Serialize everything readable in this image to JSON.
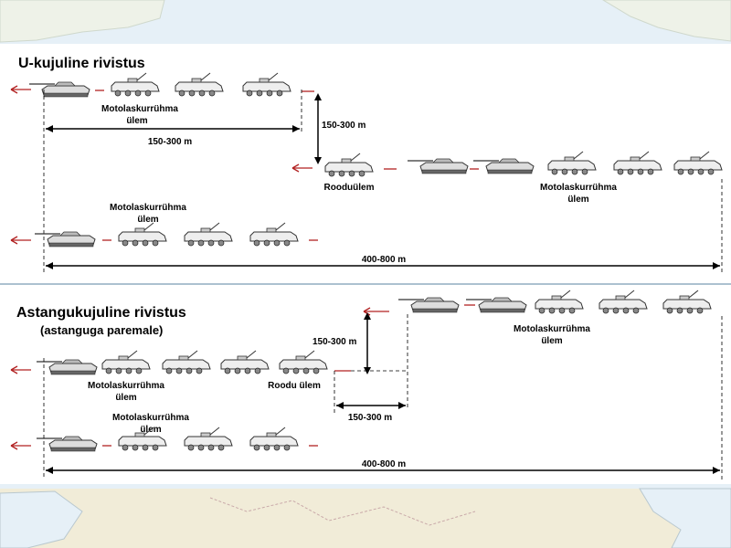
{
  "colors": {
    "arrow_red": "#b22222",
    "background_map": "#e3eef5",
    "panel": "#ffffff"
  },
  "diagram": {
    "section_u": {
      "title": "U-kujuline rivistus",
      "labels": {
        "commander_1_line1": "Motolaskurrühma",
        "commander_1_line2": "ülem",
        "width_top": "150-300 m",
        "depth": "150-300 m",
        "platoon_commander": "Rooduülem",
        "commander_2_line1": "Motolaskurrühma",
        "commander_2_line2": "ülem",
        "commander_3_line1": "Motolaskurrühma",
        "commander_3_line2": "ülem",
        "total_width": "400-800 m"
      }
    },
    "section_a": {
      "title": "Astangukujuline rivistus",
      "subtitle": "(astanguga paremale)",
      "labels": {
        "depth": "150-300 m",
        "commander_right_line1": "Motolaskurrühma",
        "commander_right_line2": "ülem",
        "commander_left_line1": "Motolaskurrühma",
        "commander_left_line2": "ülem",
        "platoon_commander": "Roodu ülem",
        "offset": "150-300 m",
        "commander_bottom_line1": "Motolaskurrühma",
        "commander_bottom_line2": "ülem",
        "total_width": "400-800 m"
      }
    }
  }
}
